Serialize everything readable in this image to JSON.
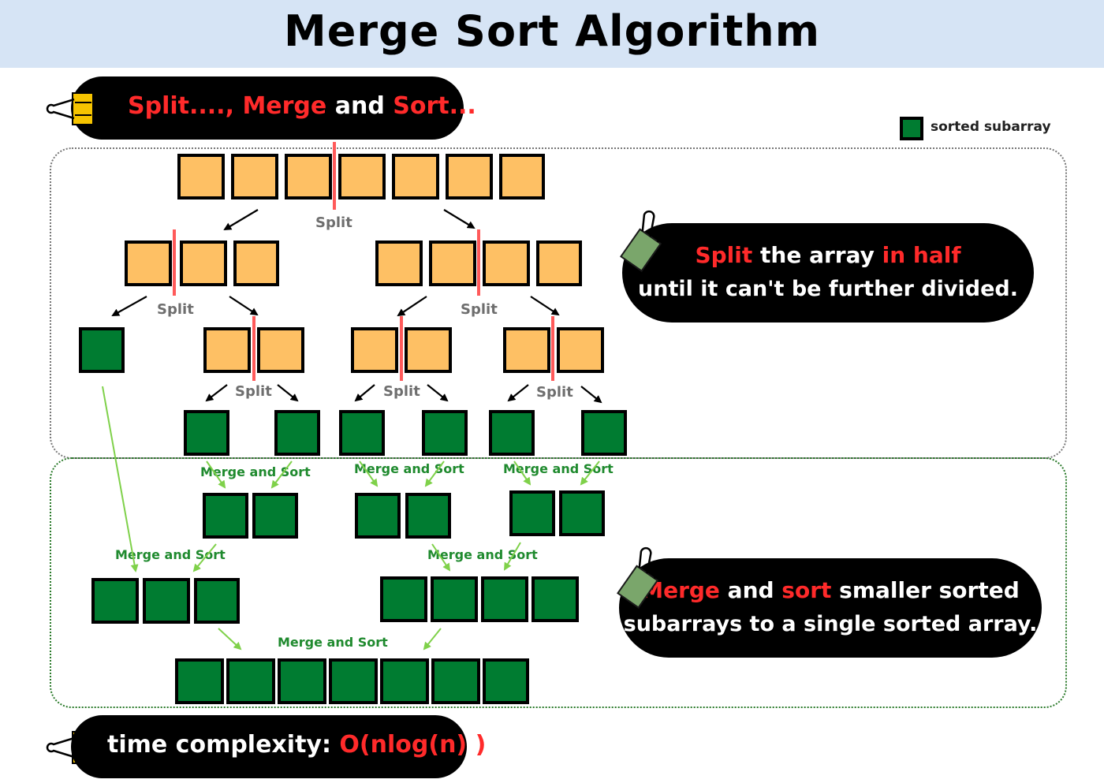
{
  "title": "Merge Sort Algorithm",
  "banner_top": {
    "w1": "Split....,",
    "w2": "Merge",
    "w3": "and",
    "w4": "Sort..."
  },
  "legend": {
    "text": "sorted subarray",
    "color": "#007c31"
  },
  "callout_split": {
    "line1_a": "Split",
    "line1_b": "the array",
    "line1_c": "in half",
    "line2": "until it can't be further divided."
  },
  "callout_merge": {
    "line1_a": "Merge",
    "line1_b": "and",
    "line1_c": "sort",
    "line1_d": "smaller sorted",
    "line2": "subarrays to a single sorted array."
  },
  "banner_bottom": {
    "label": "time complexity:",
    "value": "O(nlog(n) )"
  },
  "split_label": "Split",
  "merge_label": "Merge and Sort",
  "colors": {
    "unsorted": "#fec064",
    "sorted": "#007c31",
    "split_line": "#ff5a5a",
    "accent_red": "#ff2a2a",
    "header_bg": "#d6e4f5"
  }
}
